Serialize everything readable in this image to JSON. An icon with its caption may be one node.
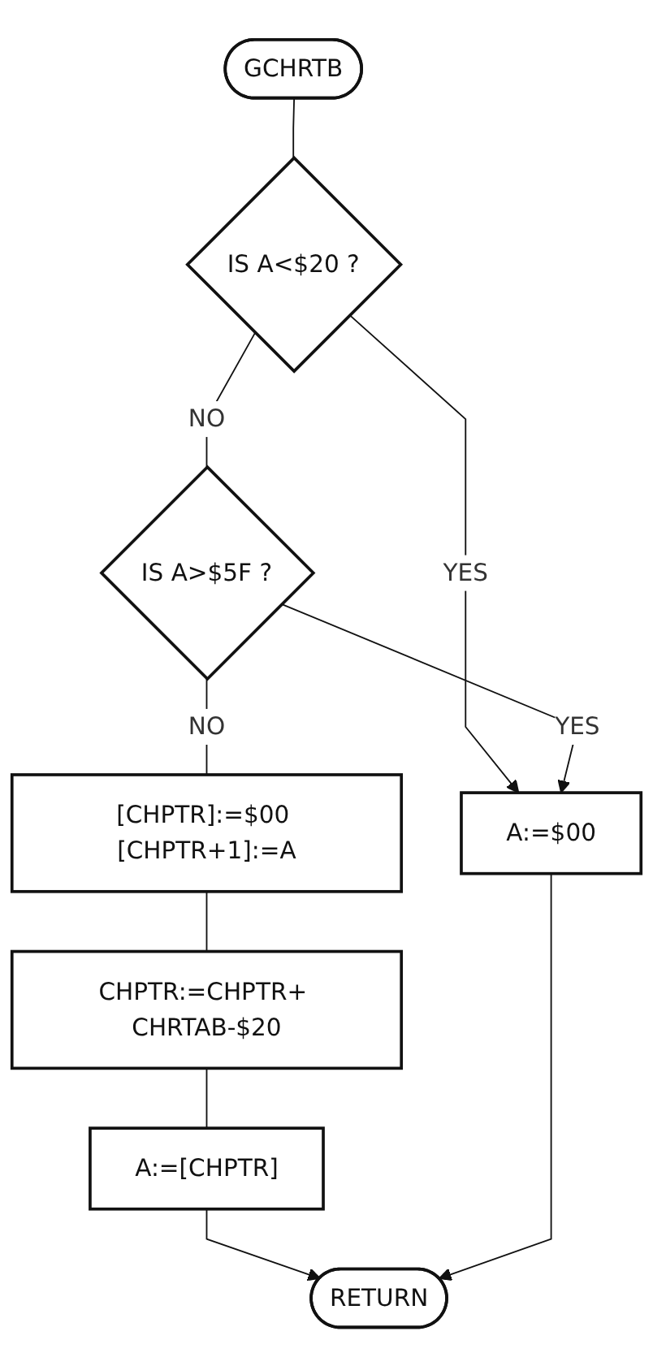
{
  "diagram": {
    "nodes": [
      {
        "text": [
          "GCHRTB"
        ]
      },
      {
        "text": [
          "IS A<$20 ?"
        ]
      },
      {
        "text": [
          "IS A>$5F ?"
        ]
      },
      {
        "text": [
          "[CHPTR]:=$00 [CHPTR+1]:=A"
        ]
      },
      {
        "text": [
          "CHPTR:=CHPTR+ CHRTAB-$20"
        ]
      },
      {
        "text": [
          "A:=[CHPTR]"
        ]
      },
      {
        "text": [
          "A:=$00"
        ]
      },
      {
        "text": [
          "RETURN"
        ]
      }
    ],
    "edges": [
      {
        "from": 0,
        "to": 1,
        "arrow": "none"
      },
      {
        "from": 1,
        "to": 2,
        "arrow": "none",
        "label": "NO"
      },
      {
        "from": 1,
        "to": 6,
        "arrow": "to",
        "label": "YES"
      },
      {
        "from": 2,
        "to": 6,
        "arrow": "to",
        "label": "YES"
      },
      {
        "from": 2,
        "to": 3,
        "arrow": "none",
        "label": "NO"
      },
      {
        "from": 3,
        "to": 4,
        "arrow": "none"
      },
      {
        "from": 4,
        "to": 5,
        "arrow": "none"
      },
      {
        "from": 5,
        "to": 7,
        "arrow": "to"
      },
      {
        "from": 6,
        "to": 7,
        "arrow": "to"
      }
    ]
  }
}
